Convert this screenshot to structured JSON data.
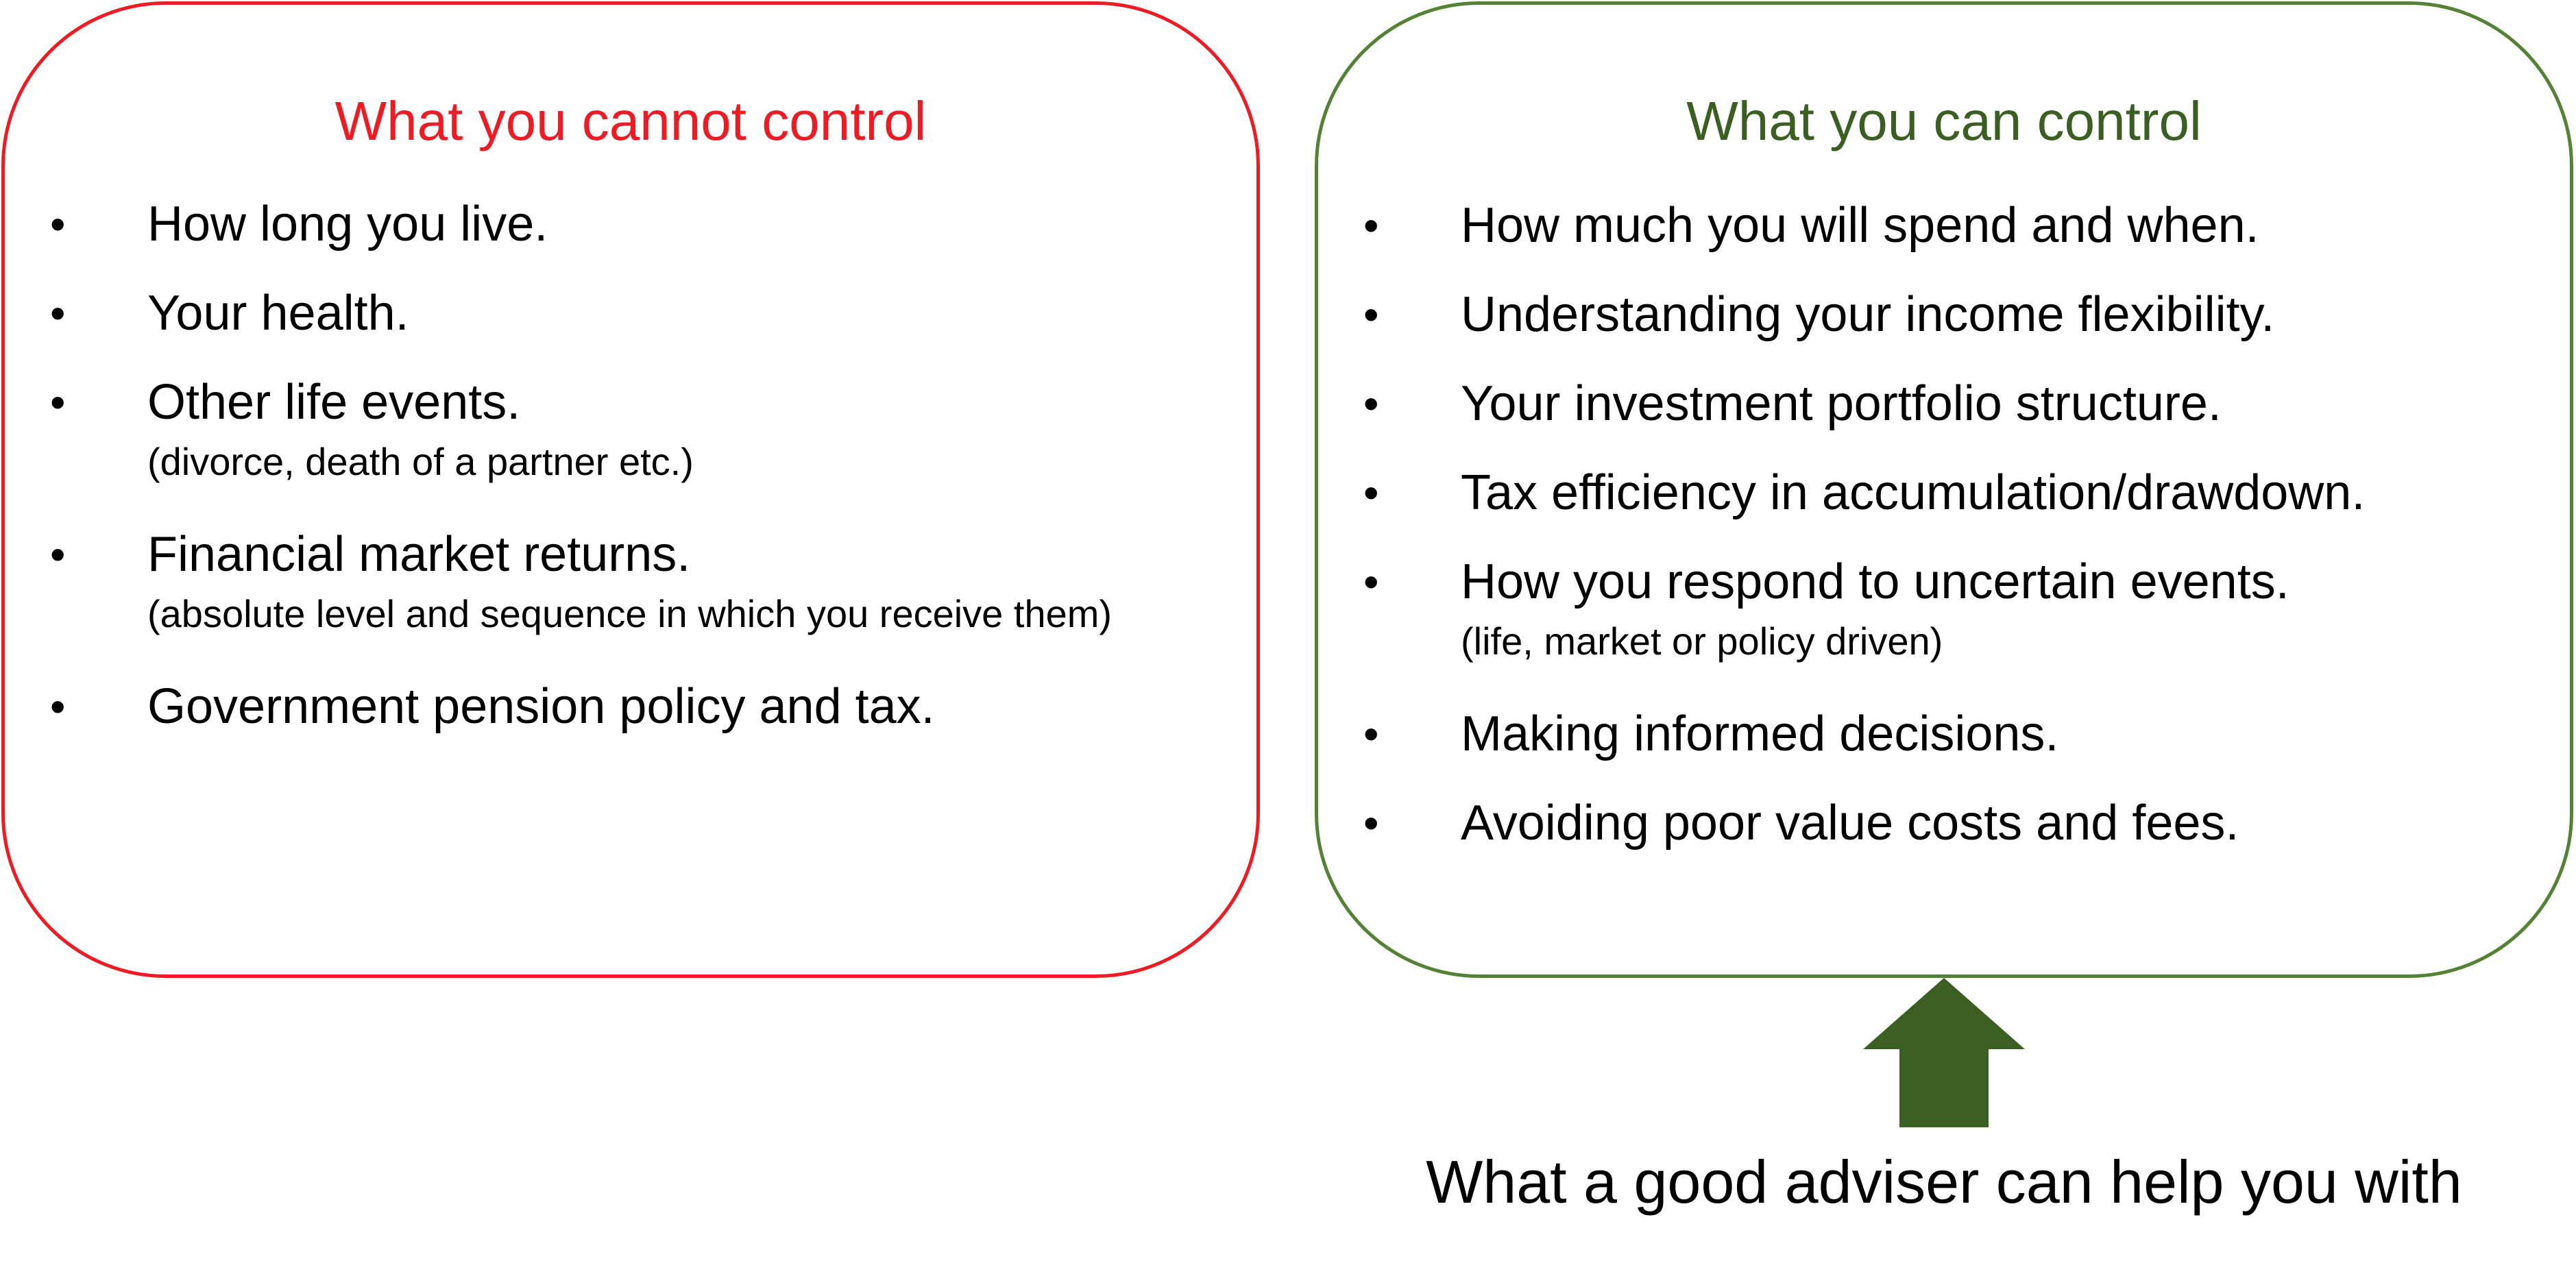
{
  "left_panel": {
    "title": "What you cannot control",
    "items": [
      {
        "text": "How long you live.",
        "note": ""
      },
      {
        "text": "Your health.",
        "note": ""
      },
      {
        "text": "Other life events.",
        "note": "(divorce, death of a partner etc.)"
      },
      {
        "text": "Financial market returns.",
        "note": "(absolute level and sequence in which you receive them)"
      },
      {
        "text": "Government pension policy and tax.",
        "note": ""
      }
    ],
    "border_color": "#ED1C24",
    "title_color": "#ED1C24"
  },
  "right_panel": {
    "title": "What you can control",
    "items": [
      {
        "text": "How much you will spend and when.",
        "note": ""
      },
      {
        "text": "Understanding your income flexibility.",
        "note": ""
      },
      {
        "text": "Your investment portfolio structure.",
        "note": ""
      },
      {
        "text": "Tax efficiency in accumulation/drawdown.",
        "note": ""
      },
      {
        "text": "How you respond to uncertain events.",
        "note": "(life, market or policy driven)"
      },
      {
        "text": "Making informed decisions.",
        "note": ""
      },
      {
        "text": "Avoiding poor value costs and fees.",
        "note": ""
      }
    ],
    "border_color": "#548235",
    "title_color": "#3B5E22"
  },
  "bullet_glyph": "•",
  "arrow": {
    "icon": "up-arrow-icon",
    "color": "#3B5E22",
    "caption": "What a good adviser can help you with"
  }
}
